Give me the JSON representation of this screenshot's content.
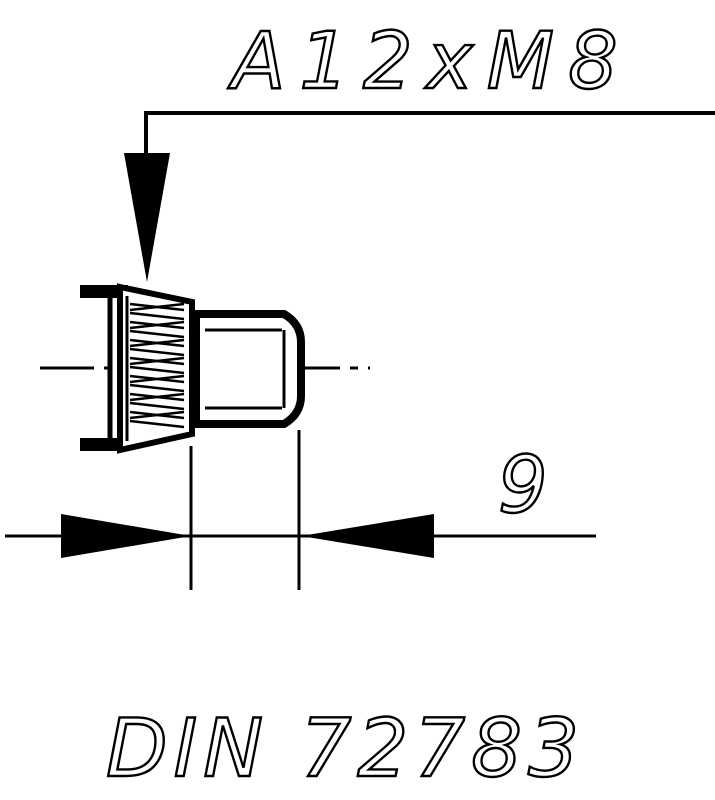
{
  "drawing": {
    "part_callout": "A12xM8",
    "dimension_value": "9",
    "standard": "DIN 72783",
    "line_color": "#000000",
    "background_color": "#ffffff"
  },
  "icons": {
    "component": "knurled-rivet-nut-icon"
  }
}
